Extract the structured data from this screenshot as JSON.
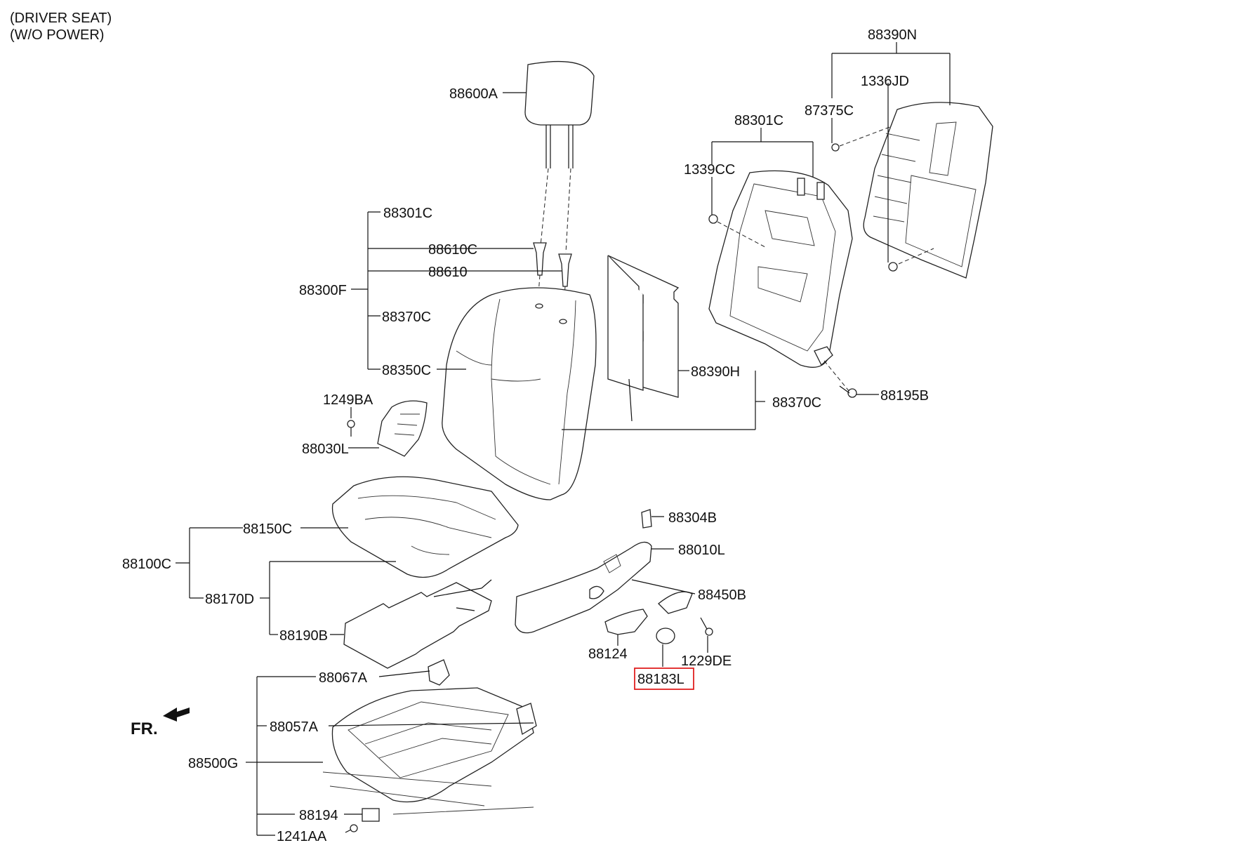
{
  "header": {
    "line1": "(DRIVER SEAT)",
    "line2": "(W/O POWER)"
  },
  "direction": {
    "label": "FR."
  },
  "highlight_color": "#e02020",
  "callouts": {
    "c88390N": "88390N",
    "c1336JD": "1336JD",
    "c87375C": "87375C",
    "c88301C_top": "88301C",
    "c1339CC": "1339CC",
    "c88600A": "88600A",
    "c88301C": "88301C",
    "c88610C": "88610C",
    "c88610": "88610",
    "c88300F": "88300F",
    "c88370C_left": "88370C",
    "c88350C": "88350C",
    "c88390H": "88390H",
    "c88370C_right": "88370C",
    "c88195B": "88195B",
    "c1249BA": "1249BA",
    "c88030L": "88030L",
    "c88304B": "88304B",
    "c88010L": "88010L",
    "c88150C": "88150C",
    "c88100C": "88100C",
    "c88170D": "88170D",
    "c88450B": "88450B",
    "c88190B": "88190B",
    "c88124": "88124",
    "c1229DE": "1229DE",
    "c88183L": "88183L",
    "c88067A": "88067A",
    "c88057A": "88057A",
    "c88500G": "88500G",
    "c88194": "88194",
    "c1241AA": "1241AA"
  }
}
